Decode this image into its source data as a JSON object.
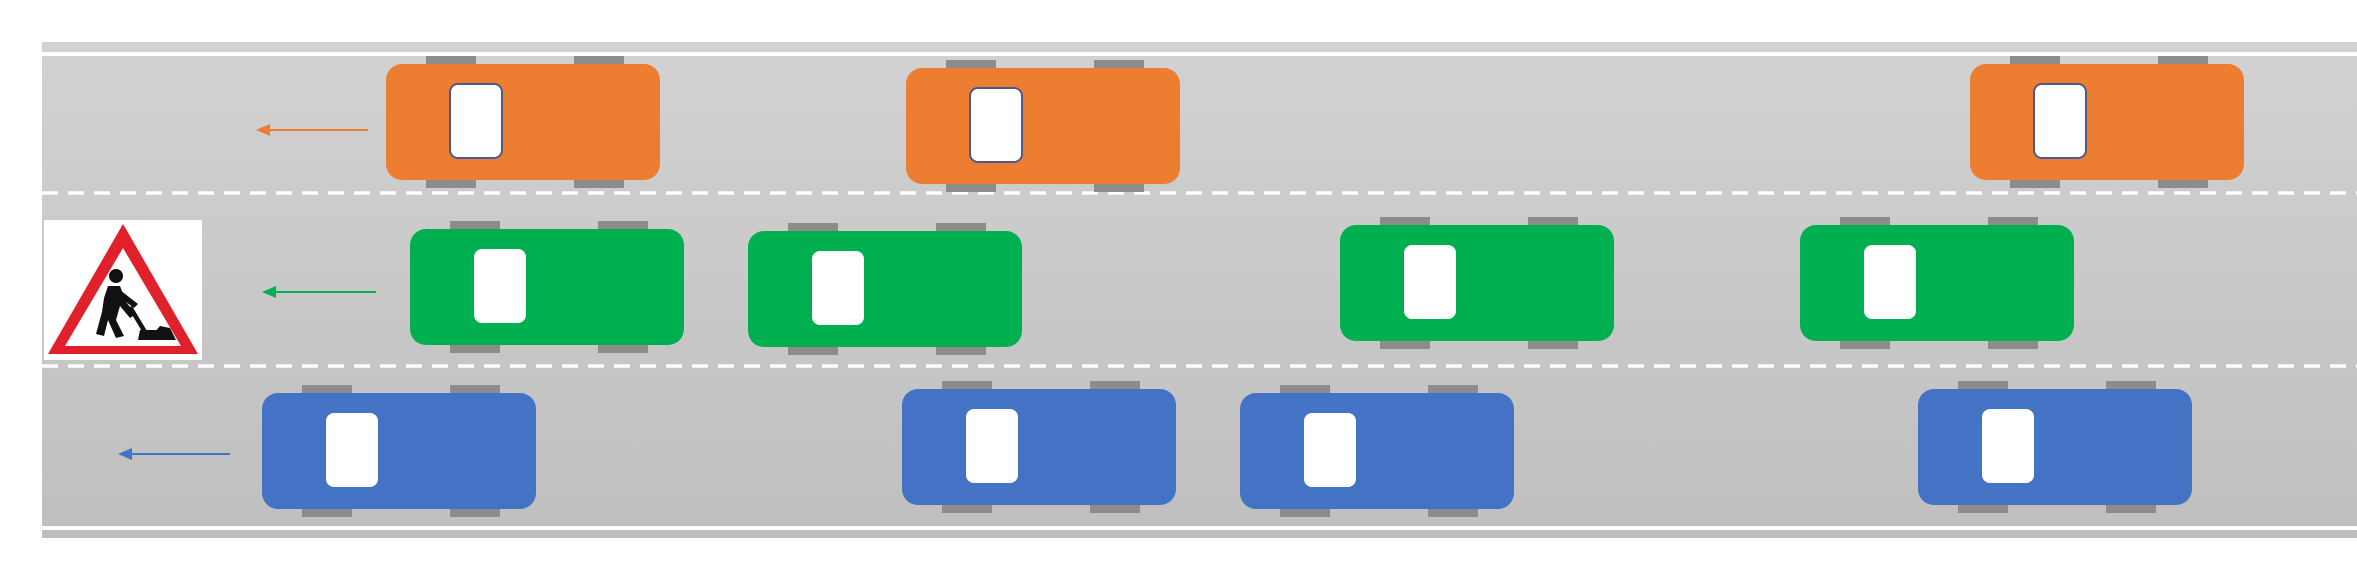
{
  "colors": {
    "orange": "#ED7D31",
    "green": "#00B050",
    "blue": "#4472C4",
    "road_light": "#D2D2D2",
    "road_dark": "#BFBFBF",
    "wheel": "#8C8C8C",
    "window": "#FFFFFF",
    "window_border": "#4A5A8A",
    "lane_marking": "#FFFFFF",
    "sign_red": "#E0202A"
  },
  "lanes": [
    {
      "name": "top",
      "color_key": "orange",
      "direction": "left",
      "cars": 3
    },
    {
      "name": "middle",
      "color_key": "green",
      "direction": "left",
      "cars": 4
    },
    {
      "name": "bottom",
      "color_key": "blue",
      "direction": "left",
      "cars": 4
    }
  ],
  "sign": {
    "icon": "road-works-sign-icon",
    "lane": "middle"
  },
  "icons": {
    "arrow": "arrow-left-icon",
    "car": "car-icon",
    "worker": "worker-digging-icon"
  }
}
